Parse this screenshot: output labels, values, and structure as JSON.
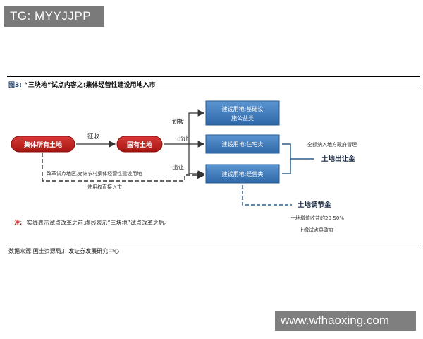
{
  "watermark_top": "TG: MYYJJPP",
  "watermark_bottom": "www.wfhaoxing.com",
  "figure": {
    "number": "图3:",
    "title": "“三块地”试点内容之:集体经营性建设用地入市"
  },
  "nodes": {
    "collective": "集体所有土地",
    "state": "国有土地",
    "public_line1": "建设用地:基础设",
    "public_line2": "施公益类",
    "residential": "建设用地:住宅类",
    "commercial": "建设用地:经营类"
  },
  "edge_labels": {
    "expropriation": "征收",
    "allocation": "划拨",
    "transfer_1": "出让",
    "transfer_2": "出让",
    "reform_line1": "改革试点地区,允许农村集体经营性建设用地",
    "reform_line2": "使用权直接入市"
  },
  "right": {
    "fund_note": "全额纳入地方政府管理",
    "land_transfer_fund": "土地出让金",
    "adjustment_fund": "土地调节金",
    "adjustment_note_line1": "土地增值收益的20-50%",
    "adjustment_note_line2": "上缴试点县政府"
  },
  "note": {
    "label": "注:",
    "text": "实线表示试点改革之前,虚线表示“三块地”试点改革之后。"
  },
  "source": "数据来源:国土资源局,广发证券发展研究中心",
  "colors": {
    "red": "#c0201e",
    "blue": "#3d78b8",
    "navy": "#1f3e6e"
  }
}
